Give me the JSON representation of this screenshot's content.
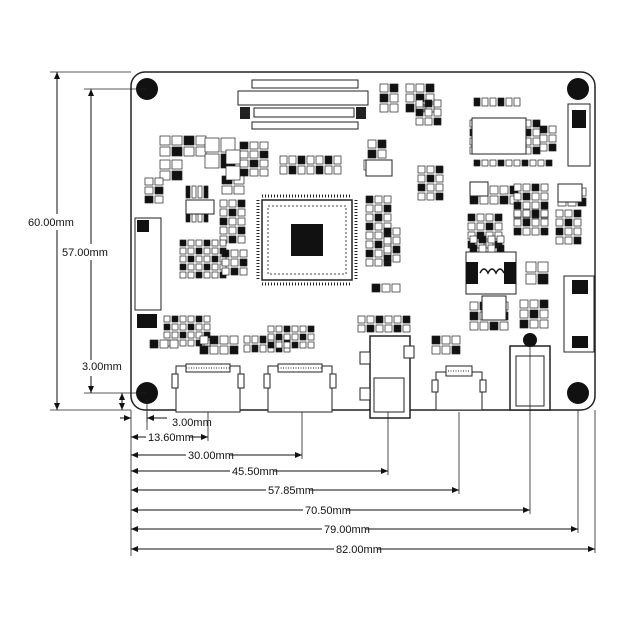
{
  "dimensions": {
    "vertical": {
      "overall_height": "60.00mm",
      "hole_pitch_height": "57.00mm",
      "hole_offset_y": "3.00mm"
    },
    "horizontal": [
      {
        "key": "hole_offset_x",
        "label": "3.00mm"
      },
      {
        "key": "hdmi1",
        "label": "13.60mm"
      },
      {
        "key": "hdmi2",
        "label": "30.00mm"
      },
      {
        "key": "audio_jack",
        "label": "45.50mm"
      },
      {
        "key": "usb",
        "label": "57.85mm"
      },
      {
        "key": "dc_jack",
        "label": "70.50mm"
      },
      {
        "key": "hole_pitch_width",
        "label": "79.00mm"
      },
      {
        "key": "overall_width",
        "label": "82.00mm"
      }
    ]
  },
  "board": {
    "mounting_holes": 4,
    "components": [
      "fpc-connector",
      "main-ic",
      "hdmi-port-1",
      "hdmi-port-2",
      "audio-jack",
      "micro-usb-port",
      "dc-power-jack",
      "inductor",
      "side-connector-left",
      "side-connector-right"
    ]
  }
}
